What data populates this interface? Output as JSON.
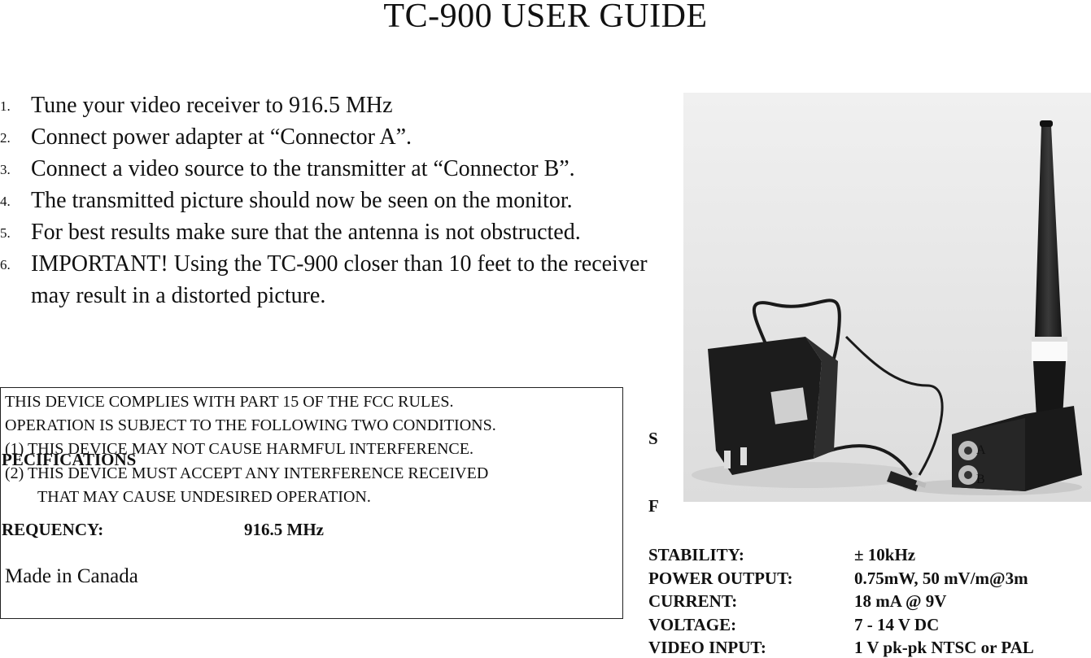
{
  "title": "TC-900 USER GUIDE",
  "steps": [
    {
      "num": "1.",
      "text": "Tune your video receiver to 916.5 MHz"
    },
    {
      "num": "2.",
      "text": "Connect power adapter at “Connector A”."
    },
    {
      "num": "3.",
      "text": "Connect a video source to the transmitter at “Connector B”."
    },
    {
      "num": "4.",
      "text": "The transmitted picture should now be seen on the monitor."
    },
    {
      "num": "5.",
      "text": "For best results make sure that the antenna is not obstructed."
    },
    {
      "num": "6.",
      "text": "IMPORTANT!  Using the TC-900 closer than 10 feet to the receiver may result in a distorted picture."
    }
  ],
  "fcc": {
    "line1": "THIS DEVICE COMPLIES WITH PART 15 OF THE FCC RULES.",
    "line2": "OPERATION IS SUBJECT TO THE FOLLOWING TWO CONDITIONS.",
    "line3": "(1)  THIS DEVICE MAY NOT CAUSE HARMFUL INTERFERENCE.",
    "line4": "(2)  THIS DEVICE MUST ACCEPT ANY INTERFERENCE RECEIVED",
    "line5": "THAT MAY CAUSE UNDESIRED OPERATION.",
    "made_in": "Made in Canada"
  },
  "specs": {
    "heading_initial": "S",
    "heading_rest": "PECIFICATIONS",
    "freq_initial": "F",
    "freq_rest": "REQUENCY:",
    "freq_value": "916.5 MHz",
    "rows": [
      {
        "label": "STABILITY:",
        "value": "± 10kHz"
      },
      {
        "label": "POWER OUTPUT:",
        "value": "0.75mW, 50 mV/m@3m"
      },
      {
        "label": "CURRENT:",
        "value": "18 mA @ 9V"
      },
      {
        "label": "VOLTAGE:",
        "value": "7 - 14 V DC"
      },
      {
        "label": "VIDEO INPUT:",
        "value": "1 V pk-pk NTSC or PAL"
      }
    ]
  },
  "photo": {
    "connector_a": "A",
    "connector_b": "B"
  }
}
